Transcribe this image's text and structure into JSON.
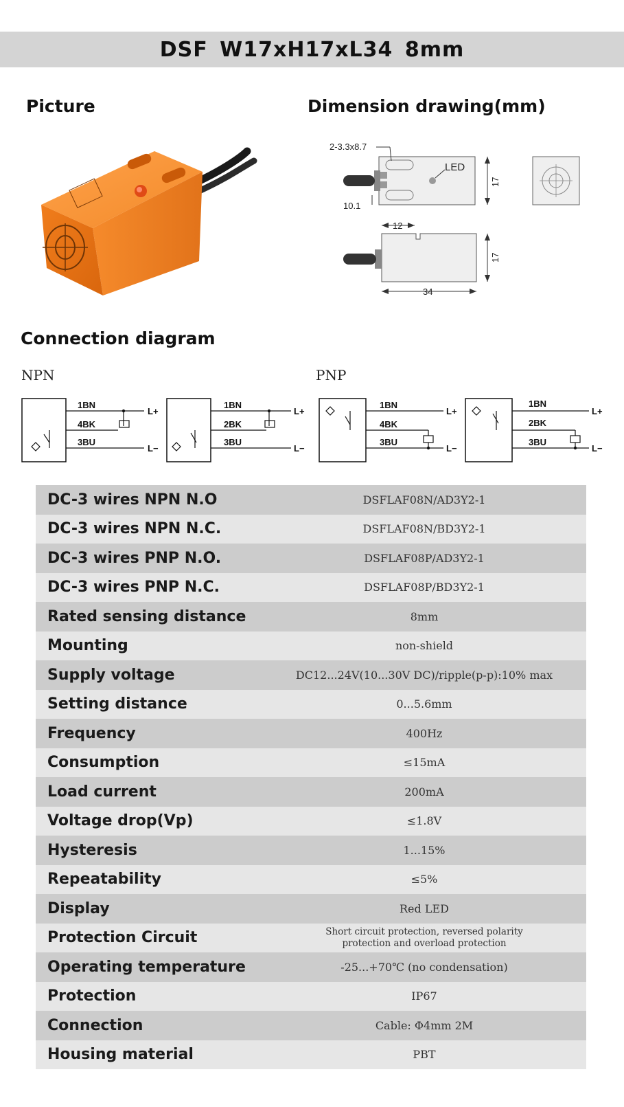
{
  "title": "DSF  W17xH17xL34  8mm",
  "sections": {
    "picture": "Picture",
    "dimension": "Dimension drawing(mm)",
    "connection": "Connection diagram",
    "npn": "NPN",
    "pnp": "PNP"
  },
  "dimension_labels": {
    "slot": "2-3.3x8.7",
    "led": "LED",
    "height_top": "17",
    "offset": "10.1",
    "depth": "12",
    "height_side": "17",
    "length": "34"
  },
  "wiring": {
    "d1": [
      "1BN",
      "4BK",
      "3BU"
    ],
    "d2": [
      "1BN",
      "2BK",
      "3BU"
    ],
    "d3": [
      "1BN",
      "4BK",
      "3BU"
    ],
    "d4": [
      "1BN",
      "2BK",
      "3BU"
    ],
    "plus": "L+",
    "minus": "L−"
  },
  "specs": [
    {
      "label": "DC-3 wires NPN N.O",
      "value": "DSFLAF08N/AD3Y2-1"
    },
    {
      "label": "DC-3 wires NPN N.C.",
      "value": "DSFLAF08N/BD3Y2-1"
    },
    {
      "label": "DC-3 wires PNP N.O.",
      "value": "DSFLAF08P/AD3Y2-1"
    },
    {
      "label": "DC-3 wires PNP N.C.",
      "value": "DSFLAF08P/BD3Y2-1"
    },
    {
      "label": "Rated sensing distance",
      "value": "8mm"
    },
    {
      "label": "Mounting",
      "value": "non-shield"
    },
    {
      "label": "Supply voltage",
      "value": "DC12...24V(10...30V DC)/ripple(p-p):10% max"
    },
    {
      "label": "Setting distance",
      "value": "0...5.6mm"
    },
    {
      "label": "Frequency",
      "value": "400Hz"
    },
    {
      "label": "Consumption",
      "value": "≤15mA"
    },
    {
      "label": "Load current",
      "value": "200mA"
    },
    {
      "label": "Voltage drop(Vp)",
      "value": "≤1.8V"
    },
    {
      "label": "Hysteresis",
      "value": "1...15%"
    },
    {
      "label": "Repeatability",
      "value": "≤5%"
    },
    {
      "label": "Display",
      "value": "Red LED"
    },
    {
      "label": "Protection Circuit",
      "value": "Short circuit protection, reversed polarity\nprotection and overload protection"
    },
    {
      "label": "Operating temperature",
      "value": "-25...+70℃ (no condensation)"
    },
    {
      "label": "Protection",
      "value": "IP67"
    },
    {
      "label": "Connection",
      "value": "Cable: Φ4mm 2M"
    },
    {
      "label": "Housing material",
      "value": "PBT"
    }
  ]
}
